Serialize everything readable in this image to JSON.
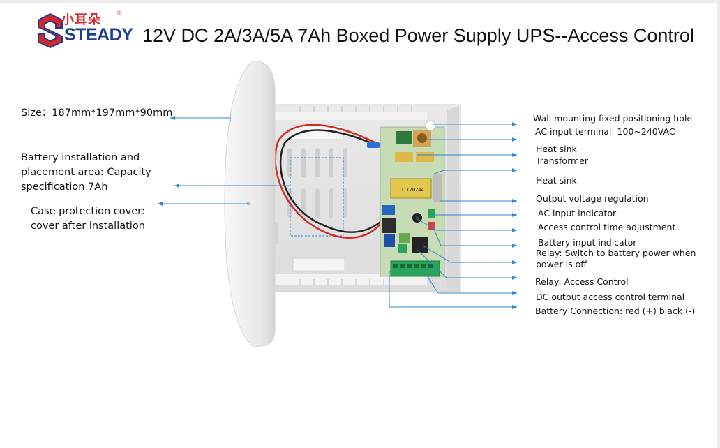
{
  "logo": {
    "chinese_text": "小耳朵",
    "english_text": "STEADY",
    "registered": "®"
  },
  "title": "12V DC 2A/3A/5A 7Ah Boxed Power Supply UPS--Access Control",
  "left_labels": {
    "size": "Size：187mm*197mm*90mm",
    "battery_area": "Battery installation and placement area: Capacity specification 7Ah",
    "cover": "Case protection cover: cover after installation"
  },
  "right_labels": {
    "mounting_hole": "Wall mounting fixed positioning hole",
    "ac_terminal": "AC input terminal: 100~240VAC",
    "heat_sink_1": "Heat sink",
    "transformer": "Transformer",
    "heat_sink_2": "Heat sink",
    "voltage_regulation": "Output voltage regulation",
    "ac_indicator": "AC input indicator",
    "time_adjustment": "Access control time adjustment",
    "battery_indicator": "Battery input indicator",
    "relay_switch": "Relay: Switch to battery power when power is off",
    "relay_access": "Relay: Access Control",
    "dc_output": "DC output access control terminal",
    "battery_connection": "Battery Connection: red (+) black (-)"
  },
  "pcb_text": {
    "transformer_marking": "JT17024A"
  },
  "colors": {
    "arrow": "#2f86d4",
    "logo_red": "#d8252a",
    "logo_blue": "#1d3e8f",
    "pcb_green": "#3a7d44",
    "case_grey": "#e6e6e6",
    "terminal_green": "#2aa45a",
    "wire_red": "#d42a22"
  }
}
